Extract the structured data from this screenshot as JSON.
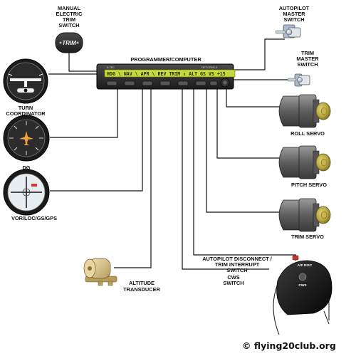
{
  "labels": {
    "manual_trim_switch": [
      "MANUAL",
      "ELECTRIC",
      "TRIM",
      "SWITCH"
    ],
    "autopilot_master": [
      "AUTOPILOT",
      "MASTER",
      "SWITCH"
    ],
    "programmer": "PROGRAMMER/COMPUTER",
    "trim_master": [
      "TRIM",
      "MASTER",
      "SWITCH"
    ],
    "turn_coordinator": [
      "TURN",
      "COORDINATOR"
    ],
    "roll_servo": "ROLL SERVO",
    "dg": "DG",
    "pitch_servo": "PITCH SERVO",
    "vor_loc": "VOR/LOC/GS/GPS",
    "trim_servo": "TRIM SERVO",
    "ap_disconnect": [
      "AUTOPILOT DISCONNECT /",
      "TRIM INTERRUPT",
      "SWITCH"
    ],
    "altitude_transducer": [
      "ALTITUDE",
      "TRANSDUCER"
    ],
    "cws_switch": [
      "CWS",
      "SWITCH"
    ]
  },
  "device": {
    "model": "S-TEC",
    "brand": "FIFTY-FIVE X",
    "display": "HDG \\ NAV \\ APR \\ REV TRIM ⇕ ALT GS VS +15"
  },
  "trim_knob": "TRIM",
  "yoke": {
    "ap_disc": "A/P DISC",
    "cws": "CWS"
  },
  "credit": "© flying20club.org",
  "colors": {
    "wire": "#111111",
    "display": "#c6d93a",
    "programmer_body": "#2c2c2c",
    "servo_body": "#6a6a6a",
    "servo_brass": "#b4a53c",
    "background": "#ffffff"
  }
}
